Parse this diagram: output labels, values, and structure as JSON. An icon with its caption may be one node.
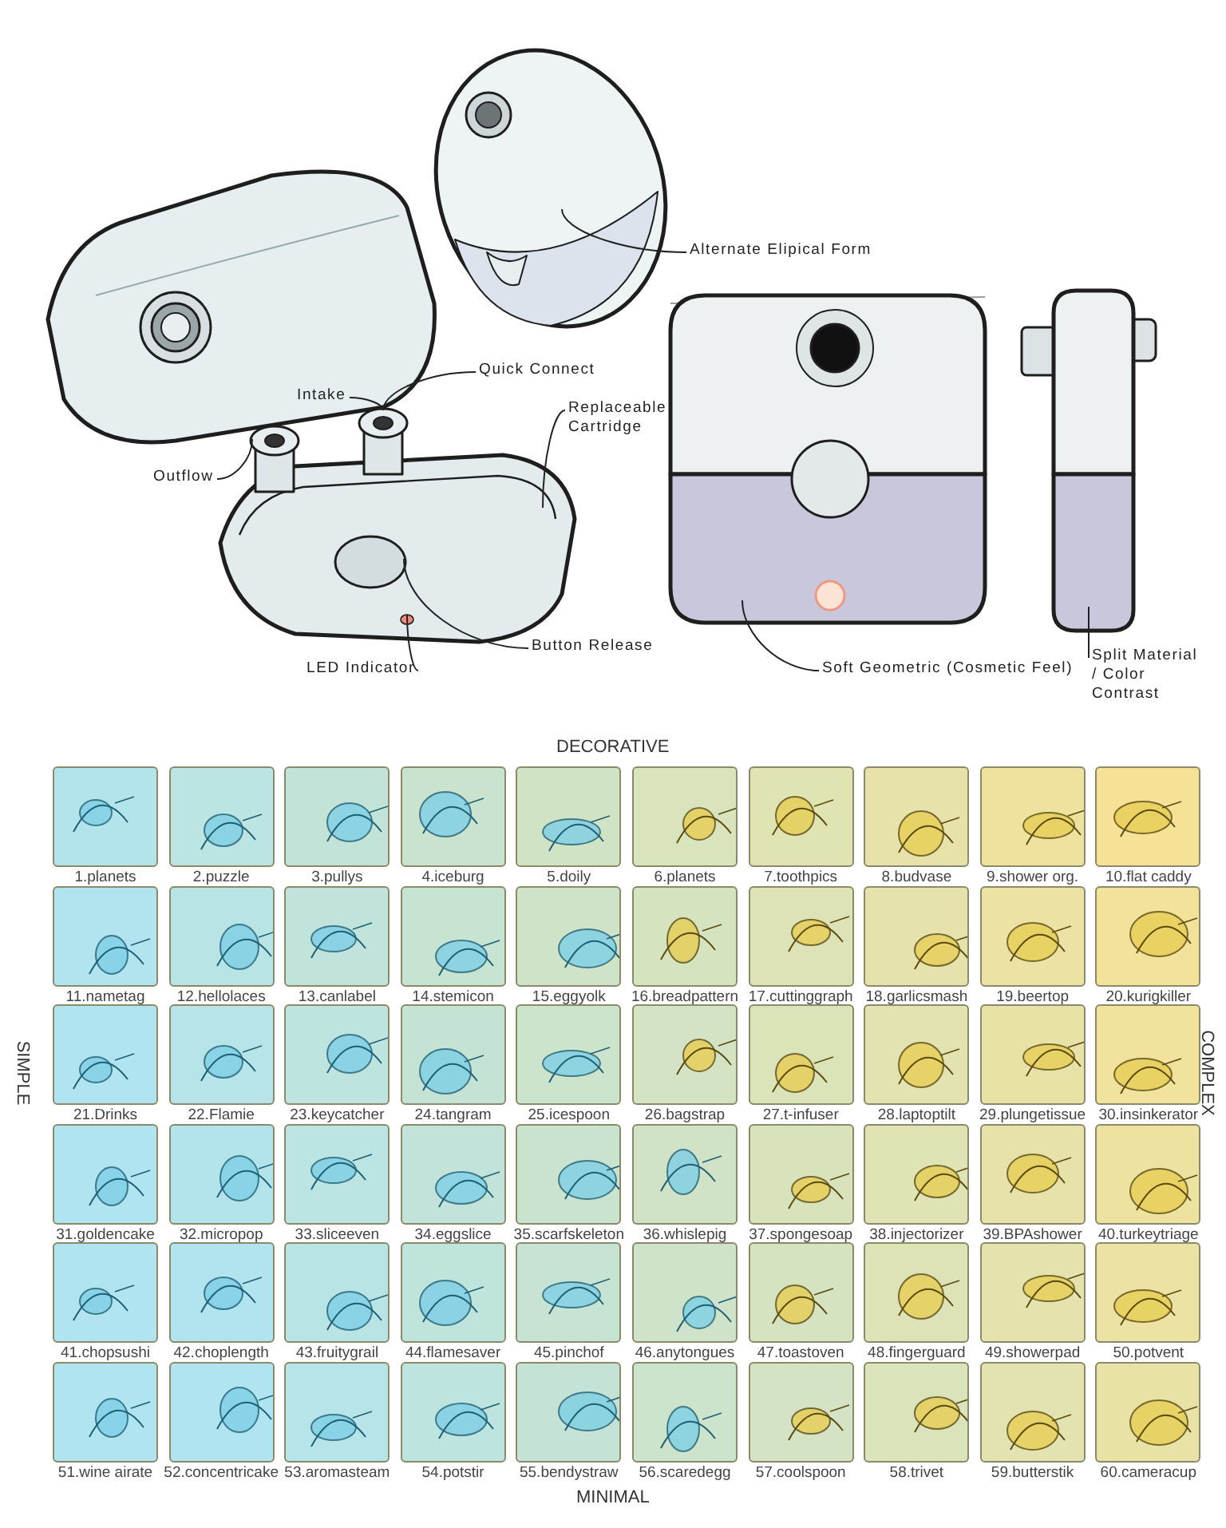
{
  "diagram": {
    "nodes": [
      {
        "text": [
          "Alternate Elipical Form"
        ]
      },
      {
        "text": [
          "Quick Connect"
        ]
      },
      {
        "text": [
          "Replaceable Cartridge"
        ]
      },
      {
        "text": [
          "Intake"
        ]
      },
      {
        "text": [
          "Outflow"
        ]
      },
      {
        "text": [
          "LED Indicator"
        ]
      },
      {
        "text": [
          "Button Release"
        ]
      },
      {
        "text": [
          "Soft Geometric (Cosmetic Feel)"
        ]
      },
      {
        "text": [
          "Split Material / Color Contrast"
        ]
      },
      {
        "text": [],
        "shape": "picture"
      },
      {
        "text": [],
        "shape": "cylinder"
      },
      {
        "text": [],
        "shape": "cylinder"
      },
      {
        "text": [],
        "shape": "picture"
      },
      {
        "text": [],
        "shape": "circle",
        "in": 12
      },
      {
        "text": [],
        "shape": "circle",
        "in": 12
      },
      {
        "text": [],
        "shape": "picture"
      },
      {
        "text": [],
        "shape": "picture"
      }
    ],
    "edges": [
      {
        "from": 0,
        "to": 9,
        "arrow": "none"
      },
      {
        "from": 1,
        "to": 11,
        "arrow": "none"
      },
      {
        "from": 2,
        "to": 12,
        "arrow": "none"
      },
      {
        "from": 3,
        "to": 11,
        "arrow": "none"
      },
      {
        "from": 4,
        "to": 10,
        "arrow": "none"
      },
      {
        "from": 5,
        "to": 14,
        "arrow": "none"
      },
      {
        "from": 6,
        "to": 13,
        "arrow": "none"
      },
      {
        "from": 7,
        "to": 15,
        "arrow": "none"
      },
      {
        "from": 8,
        "to": 16,
        "arrow": "none"
      }
    ],
    "labels": [
      "DECORATIVE",
      "1.planets",
      "2.puzzle",
      "3.pullys",
      "4.iceburg",
      "5.doily",
      "6.planets",
      "7.toothpics",
      "8.budvase",
      "9.shower org.",
      "10.flat caddy",
      "11.nametag",
      "12.hellolaces",
      "13.canlabel",
      "14.stemicon",
      "15.eggyolk",
      "16.breadpattern",
      "17.cuttinggraph",
      "18.garlicsmash",
      "19.beertop",
      "20.kurigkiller",
      "21.Drinks",
      "22.Flamie",
      "23.keycatcher",
      "24.tangram",
      "25.icespoon",
      "26.bagstrap",
      "27.t-infuser",
      "28.laptoptilt",
      "29.plungetissue",
      "30.insinkerator",
      "31.goldencake",
      "32.micropop",
      "33.sliceeven",
      "34.eggslice",
      "35.scarfskeleton",
      "36.whislepig",
      "37.spongesoap",
      "38.injectorizer",
      "39.BPAshower",
      "40.turkeytriage",
      "41.chopsushi",
      "42.choplength",
      "43.fruitygrail",
      "44.flamesaver",
      "45.pinchof",
      "46.anytongues",
      "47.toastoven",
      "48.fingerguard",
      "49.showerpad",
      "50.potvent",
      "51.wine airate",
      "52.concentricake",
      "53.aromasteam",
      "54.potstir",
      "55.bendystraw",
      "56.scaredegg",
      "57.coolspoon",
      "58.trivet",
      "59.butterstik",
      "60.cameracup",
      "SIMPLE",
      "COMPLEX",
      "MINIMAL"
    ]
  }
}
